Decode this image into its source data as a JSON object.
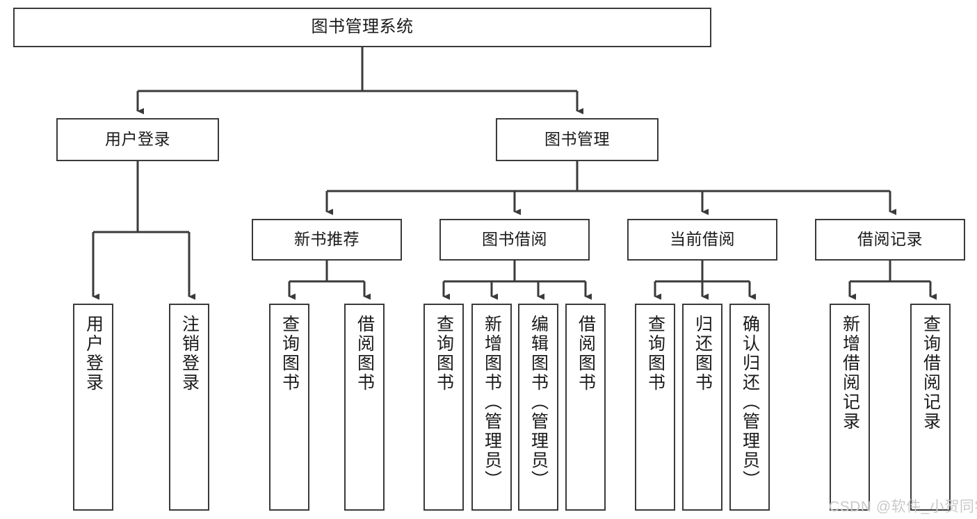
{
  "diagram": {
    "type": "tree",
    "title": "图书管理系统",
    "watermark": "CSDN @软件_小贺同学",
    "colors": {
      "border": "#3a3a3a",
      "background": "#ffffff",
      "text": "#1a1a1a",
      "watermark": "#c9c9c9"
    },
    "nodes": {
      "root": {
        "label": "图书管理系统"
      },
      "level2": [
        {
          "label": "用户登录"
        },
        {
          "label": "图书管理"
        }
      ],
      "level3": [
        {
          "label": "新书推荐"
        },
        {
          "label": "图书借阅"
        },
        {
          "label": "当前借阅"
        },
        {
          "label": "借阅记录"
        }
      ],
      "leaves_user_login": [
        {
          "label": "用户登录"
        },
        {
          "label": "注销登录"
        }
      ],
      "leaves_new_book": [
        {
          "label": "查询图书"
        },
        {
          "label": "借阅图书"
        }
      ],
      "leaves_borrow": [
        {
          "label": "查询图书"
        },
        {
          "label": "新增图书（管理员）"
        },
        {
          "label": "编辑图书（管理员）"
        },
        {
          "label": "借阅图书"
        }
      ],
      "leaves_current": [
        {
          "label": "查询图书"
        },
        {
          "label": "归还图书"
        },
        {
          "label": "确认归还（管理员）"
        }
      ],
      "leaves_records": [
        {
          "label": "新增借阅记录"
        },
        {
          "label": "查询借阅记录"
        }
      ]
    }
  }
}
